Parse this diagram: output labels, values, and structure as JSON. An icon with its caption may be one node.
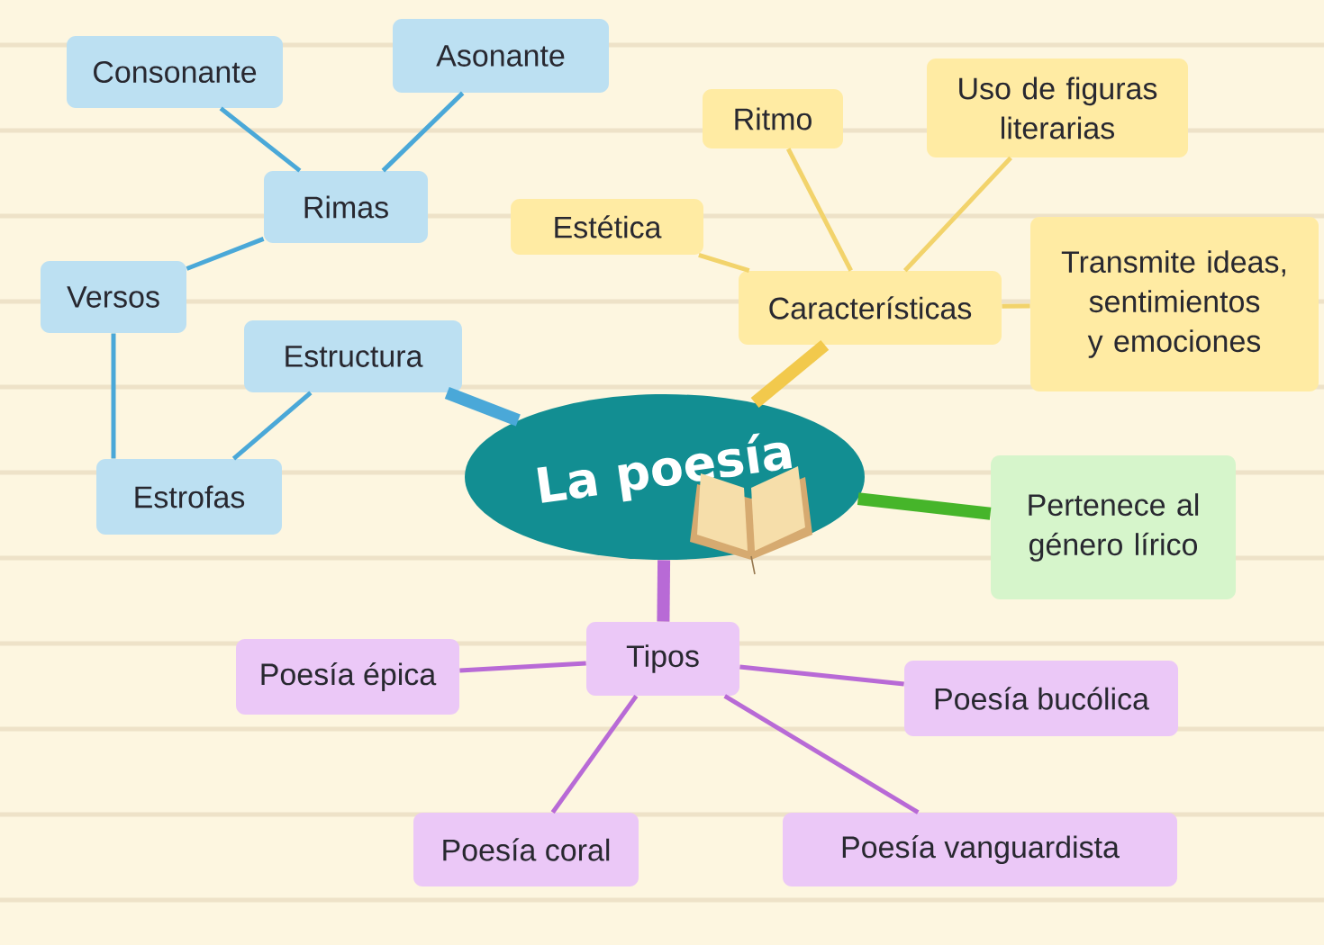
{
  "diagram": {
    "nodes": [
      {
        "text": [
          "La poesía"
        ]
      },
      {
        "text": [
          "Estructura"
        ]
      },
      {
        "text": [
          "Versos"
        ]
      },
      {
        "text": [
          "Rimas"
        ]
      },
      {
        "text": [
          "Consonante"
        ]
      },
      {
        "text": [
          "Asonante"
        ]
      },
      {
        "text": [
          "Estrofas"
        ]
      },
      {
        "text": [
          "Características"
        ]
      },
      {
        "text": [
          "Estética"
        ]
      },
      {
        "text": [
          "Ritmo"
        ]
      },
      {
        "text": [
          "Uso de figuras literarias"
        ]
      },
      {
        "text": [
          "Transmite ideas, sentimientos y emociones"
        ]
      },
      {
        "text": [
          "Pertenece al género lírico"
        ]
      },
      {
        "text": [
          "Tipos"
        ]
      },
      {
        "text": [
          "Poesía épica"
        ]
      },
      {
        "text": [
          "Poesía bucólica"
        ]
      },
      {
        "text": [
          "Poesía coral"
        ]
      },
      {
        "text": [
          "Poesía vanguardista"
        ]
      }
    ],
    "edges": [
      {
        "from": 0,
        "to": 1,
        "arrow": "none",
        "style": "thick"
      },
      {
        "from": 1,
        "to": 6,
        "arrow": "none"
      },
      {
        "from": 2,
        "to": 6,
        "arrow": "none"
      },
      {
        "from": 2,
        "to": 3,
        "arrow": "none"
      },
      {
        "from": 3,
        "to": 4,
        "arrow": "none"
      },
      {
        "from": 3,
        "to": 5,
        "arrow": "none"
      },
      {
        "from": 0,
        "to": 7,
        "arrow": "none",
        "style": "thick",
        "color": "#f2c94c"
      },
      {
        "from": 7,
        "to": 8,
        "arrow": "none",
        "color": "#f2d36b"
      },
      {
        "from": 7,
        "to": 9,
        "arrow": "none",
        "color": "#f2d36b"
      },
      {
        "from": 7,
        "to": 10,
        "arrow": "none",
        "color": "#f2d36b"
      },
      {
        "from": 7,
        "to": 11,
        "arrow": "none",
        "color": "#f2d36b"
      },
      {
        "from": 0,
        "to": 12,
        "arrow": "none",
        "style": "thick",
        "color": "#46b52a"
      },
      {
        "from": 0,
        "to": 13,
        "arrow": "none",
        "style": "thick",
        "color": "#b86ad6"
      },
      {
        "from": 13,
        "to": 14,
        "arrow": "none",
        "color": "#b86ad6"
      },
      {
        "from": 13,
        "to": 15,
        "arrow": "none",
        "color": "#b86ad6"
      },
      {
        "from": 13,
        "to": 16,
        "arrow": "none",
        "color": "#b86ad6"
      },
      {
        "from": 13,
        "to": 17,
        "arrow": "none",
        "color": "#b86ad6"
      }
    ]
  }
}
